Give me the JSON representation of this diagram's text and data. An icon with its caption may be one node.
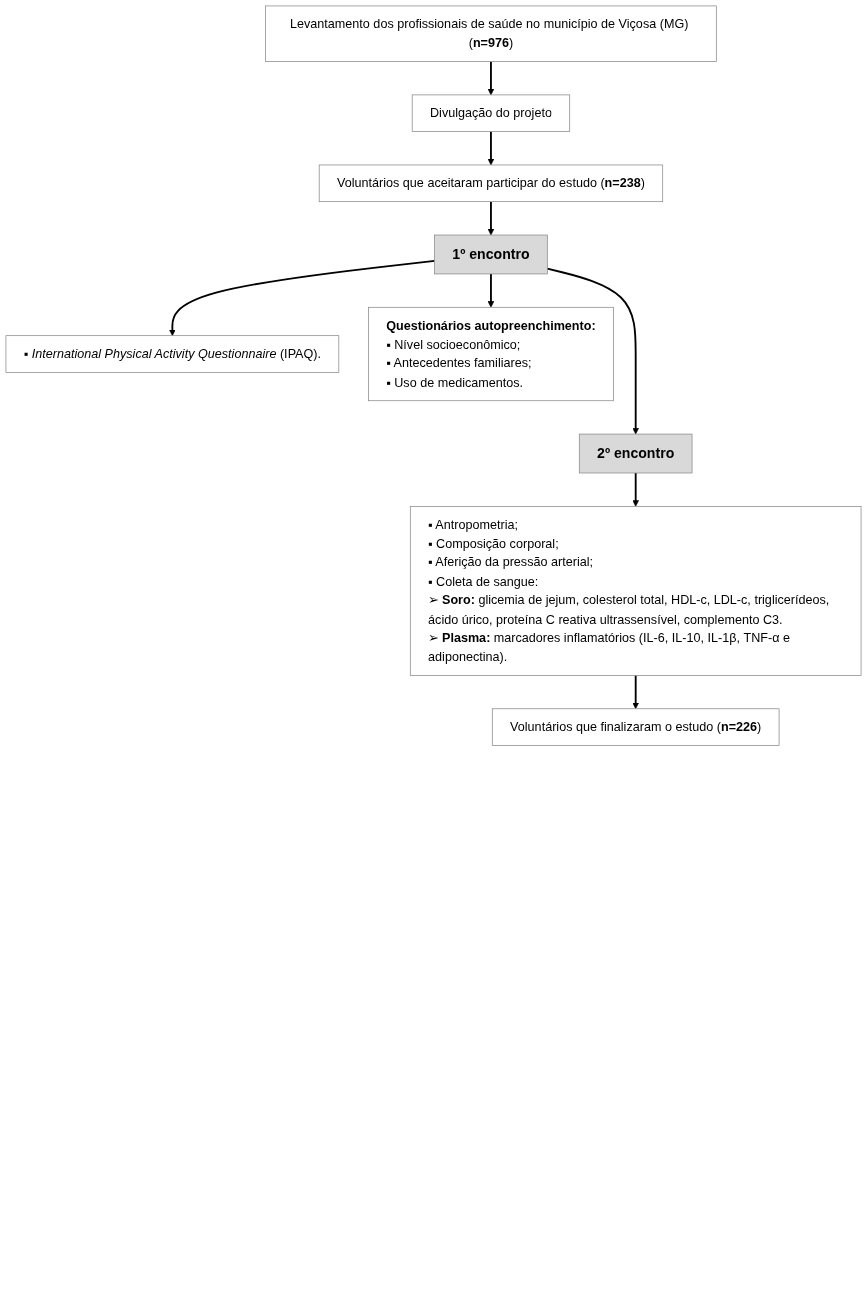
{
  "diagram": {
    "nodes": [
      {
        "text": [
          "Levantamento dos profissionais de saúde no município de Viçosa (MG) (**n=976**)"
        ]
      },
      {
        "text": [
          "Divulgação do projeto"
        ]
      },
      {
        "text": [
          "Voluntários que aceitaram participar do estudo (**n=238**)"
        ]
      },
      {
        "text": [
          "1º encontro"
        ]
      },
      {
        "text": [
          "▪ *International Physical Activity Questionnaire* (IPAQ)."
        ]
      },
      {
        "text": [
          "Questionários autopreenchimento:",
          "▪ Nível socioeconômico;",
          "▪ Antecedentes familiares;",
          "▪ Uso de medicamentos."
        ]
      },
      {
        "text": [
          "2º encontro"
        ]
      },
      {
        "text": [
          "▪ Antropometria;",
          "▪ Composição corporal;",
          "▪ Aferição da pressão arterial;",
          "▪ Coleta de sangue:",
          "➢ **Soro:** glicemia de jejum, colesterol total, HDL-c, LDL-c, triglicerídeos, ácido úrico, proteína C reativa ultrassensível, complemento C3.",
          "➢ **Plasma:** marcadores inflamatórios (IL-6, IL-10, IL-1β, TNF-α e adiponectina)."
        ]
      },
      {
        "text": [
          "Voluntários que finalizaram o estudo (**n=226**)"
        ]
      }
    ],
    "edges": [
      {
        "from": 0,
        "to": 1,
        "arrow": "to"
      },
      {
        "from": 1,
        "to": 2,
        "arrow": "to"
      },
      {
        "from": 2,
        "to": 3,
        "arrow": "to"
      },
      {
        "from": 3,
        "to": 4,
        "arrow": "to"
      },
      {
        "from": 3,
        "to": 5,
        "arrow": "to"
      },
      {
        "from": 3,
        "to": 6,
        "arrow": "to"
      },
      {
        "from": 6,
        "to": 7,
        "arrow": "to"
      },
      {
        "from": 7,
        "to": 8,
        "arrow": "to"
      }
    ]
  }
}
